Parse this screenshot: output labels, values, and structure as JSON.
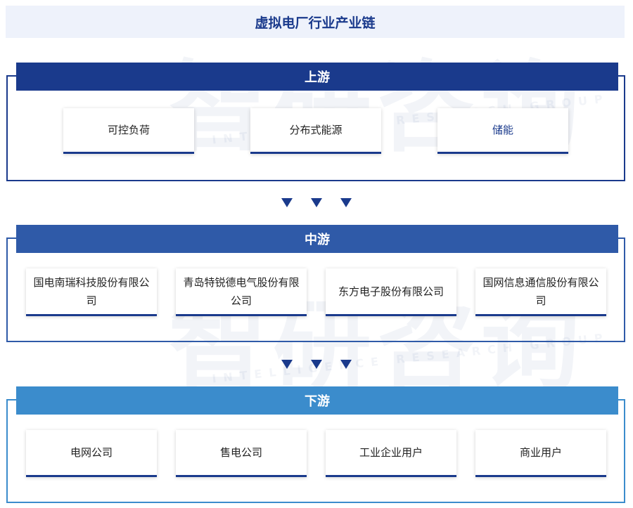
{
  "title": "虚拟电厂行业产业链",
  "watermark": {
    "main": "智研咨询",
    "sub": "INTELLIGENCE RESEARCH GROUP"
  },
  "upstream": {
    "label": "上游",
    "items": [
      "可控负荷",
      "分布式能源",
      "储能"
    ]
  },
  "midstream": {
    "label": "中游",
    "items": [
      "国电南瑞科技股份有限公司",
      "青岛特锐德电气股份有限公司",
      "东方电子股份有限公司",
      "国网信息通信股份有限公司"
    ]
  },
  "downstream": {
    "label": "下游",
    "items": [
      "电网公司",
      "售电公司",
      "工业企业用户",
      "商业用户"
    ]
  },
  "colors": {
    "upstream": "#1a3a8c",
    "midstream": "#2f5aa8",
    "downstream": "#3b8ccc",
    "title_text": "#1a3a8c"
  }
}
